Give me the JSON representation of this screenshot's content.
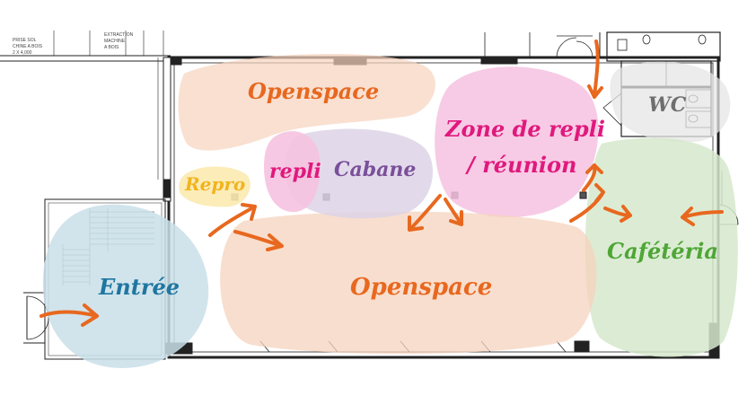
{
  "title_block": {
    "line1": "PRISE SOL",
    "line2": "CHINE A BOIS",
    "line3": "2 X 4,000",
    "line4": "EXTRACTION",
    "line5": "MACHINE",
    "line6": "A BOIS"
  },
  "zones": {
    "openspace_top": "Openspace",
    "zone_repli": "Zone de repli",
    "reunion": "/ réunion",
    "wc": "WC",
    "repro": "Repro",
    "repli": "repli",
    "cabane": "Cabane",
    "openspace_bottom": "Openspace",
    "cafeteria": "Cafétéria",
    "entree": "Entrée"
  },
  "colors": {
    "openspace": "#e8681f",
    "openspace_fill": "#f6d3bd",
    "zone_repli": "#e0197d",
    "zone_repli_fill": "#f6c2e0",
    "cabane": "#7a4f9a",
    "cabane_fill": "#ddd3e6",
    "repro": "#f2b41c",
    "repro_fill": "#fbeab0",
    "cafeteria": "#4ea636",
    "cafeteria_fill": "#d6e9cc",
    "entree": "#1f76a0",
    "entree_fill": "#c9dfe9",
    "wc": "#6e6e6e",
    "wc_fill": "#e6e6e6",
    "arrow": "#e8681f"
  }
}
